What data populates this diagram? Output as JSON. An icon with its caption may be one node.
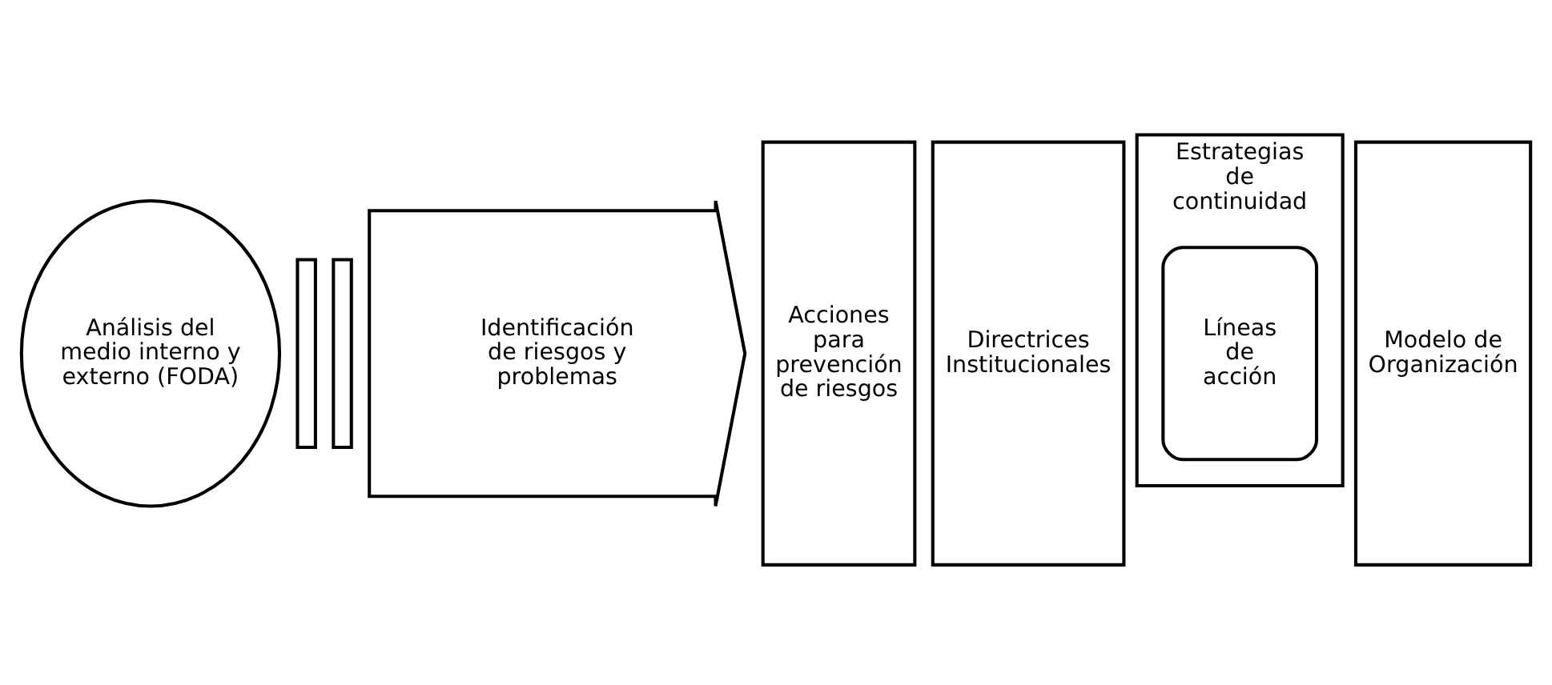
{
  "diagram": {
    "nodes": [
      {
        "text": [
          "Análisis del medio interno y externo (FODA)"
        ]
      },
      {
        "text": [],
        "shape": "bar"
      },
      {
        "text": [],
        "shape": "bar"
      },
      {
        "text": [
          "Identificación de riesgos y problemas"
        ]
      },
      {
        "text": [
          "Acciones para prevención de riesgos"
        ]
      },
      {
        "text": [
          "Directrices Institucionales"
        ]
      },
      {
        "text": [
          "Estrategias de continuidad"
        ]
      },
      {
        "text": [
          "Líneas de acción"
        ],
        "in": 6
      },
      {
        "text": [
          "Modelo de Organización"
        ]
      }
    ]
  }
}
